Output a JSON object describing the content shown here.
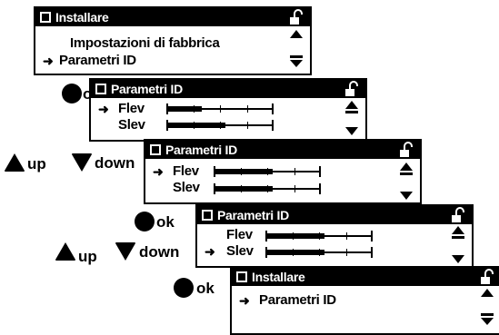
{
  "screens": {
    "s1": {
      "title": "Installare",
      "line1": "Impostazioni di fabbrica",
      "line2": "Parametri ID"
    },
    "s2": {
      "title": "Parametri ID",
      "line1": "Flev",
      "line2": "Slev",
      "flev_fill": 0.33,
      "slev_fill": 0.55
    },
    "s3": {
      "title": "Parametri ID",
      "line1": "Flev",
      "line2": "Slev",
      "flev_fill": 0.55,
      "slev_fill": 0.55
    },
    "s4": {
      "title": "Parametri ID",
      "line1": "Flev",
      "line2": "Slev",
      "flev_fill": 0.55,
      "slev_fill": 0.55
    },
    "s5": {
      "title": "Installare",
      "line1": "Parametri ID"
    }
  },
  "buttons": {
    "ok": "ok",
    "up": "up",
    "down": "down"
  },
  "icons": {
    "selector": "right-arrow-icon",
    "lock": "unlocked-padlock-icon",
    "scroll_up": "scroll-up-icon",
    "scroll_down": "scroll-down-icon"
  }
}
